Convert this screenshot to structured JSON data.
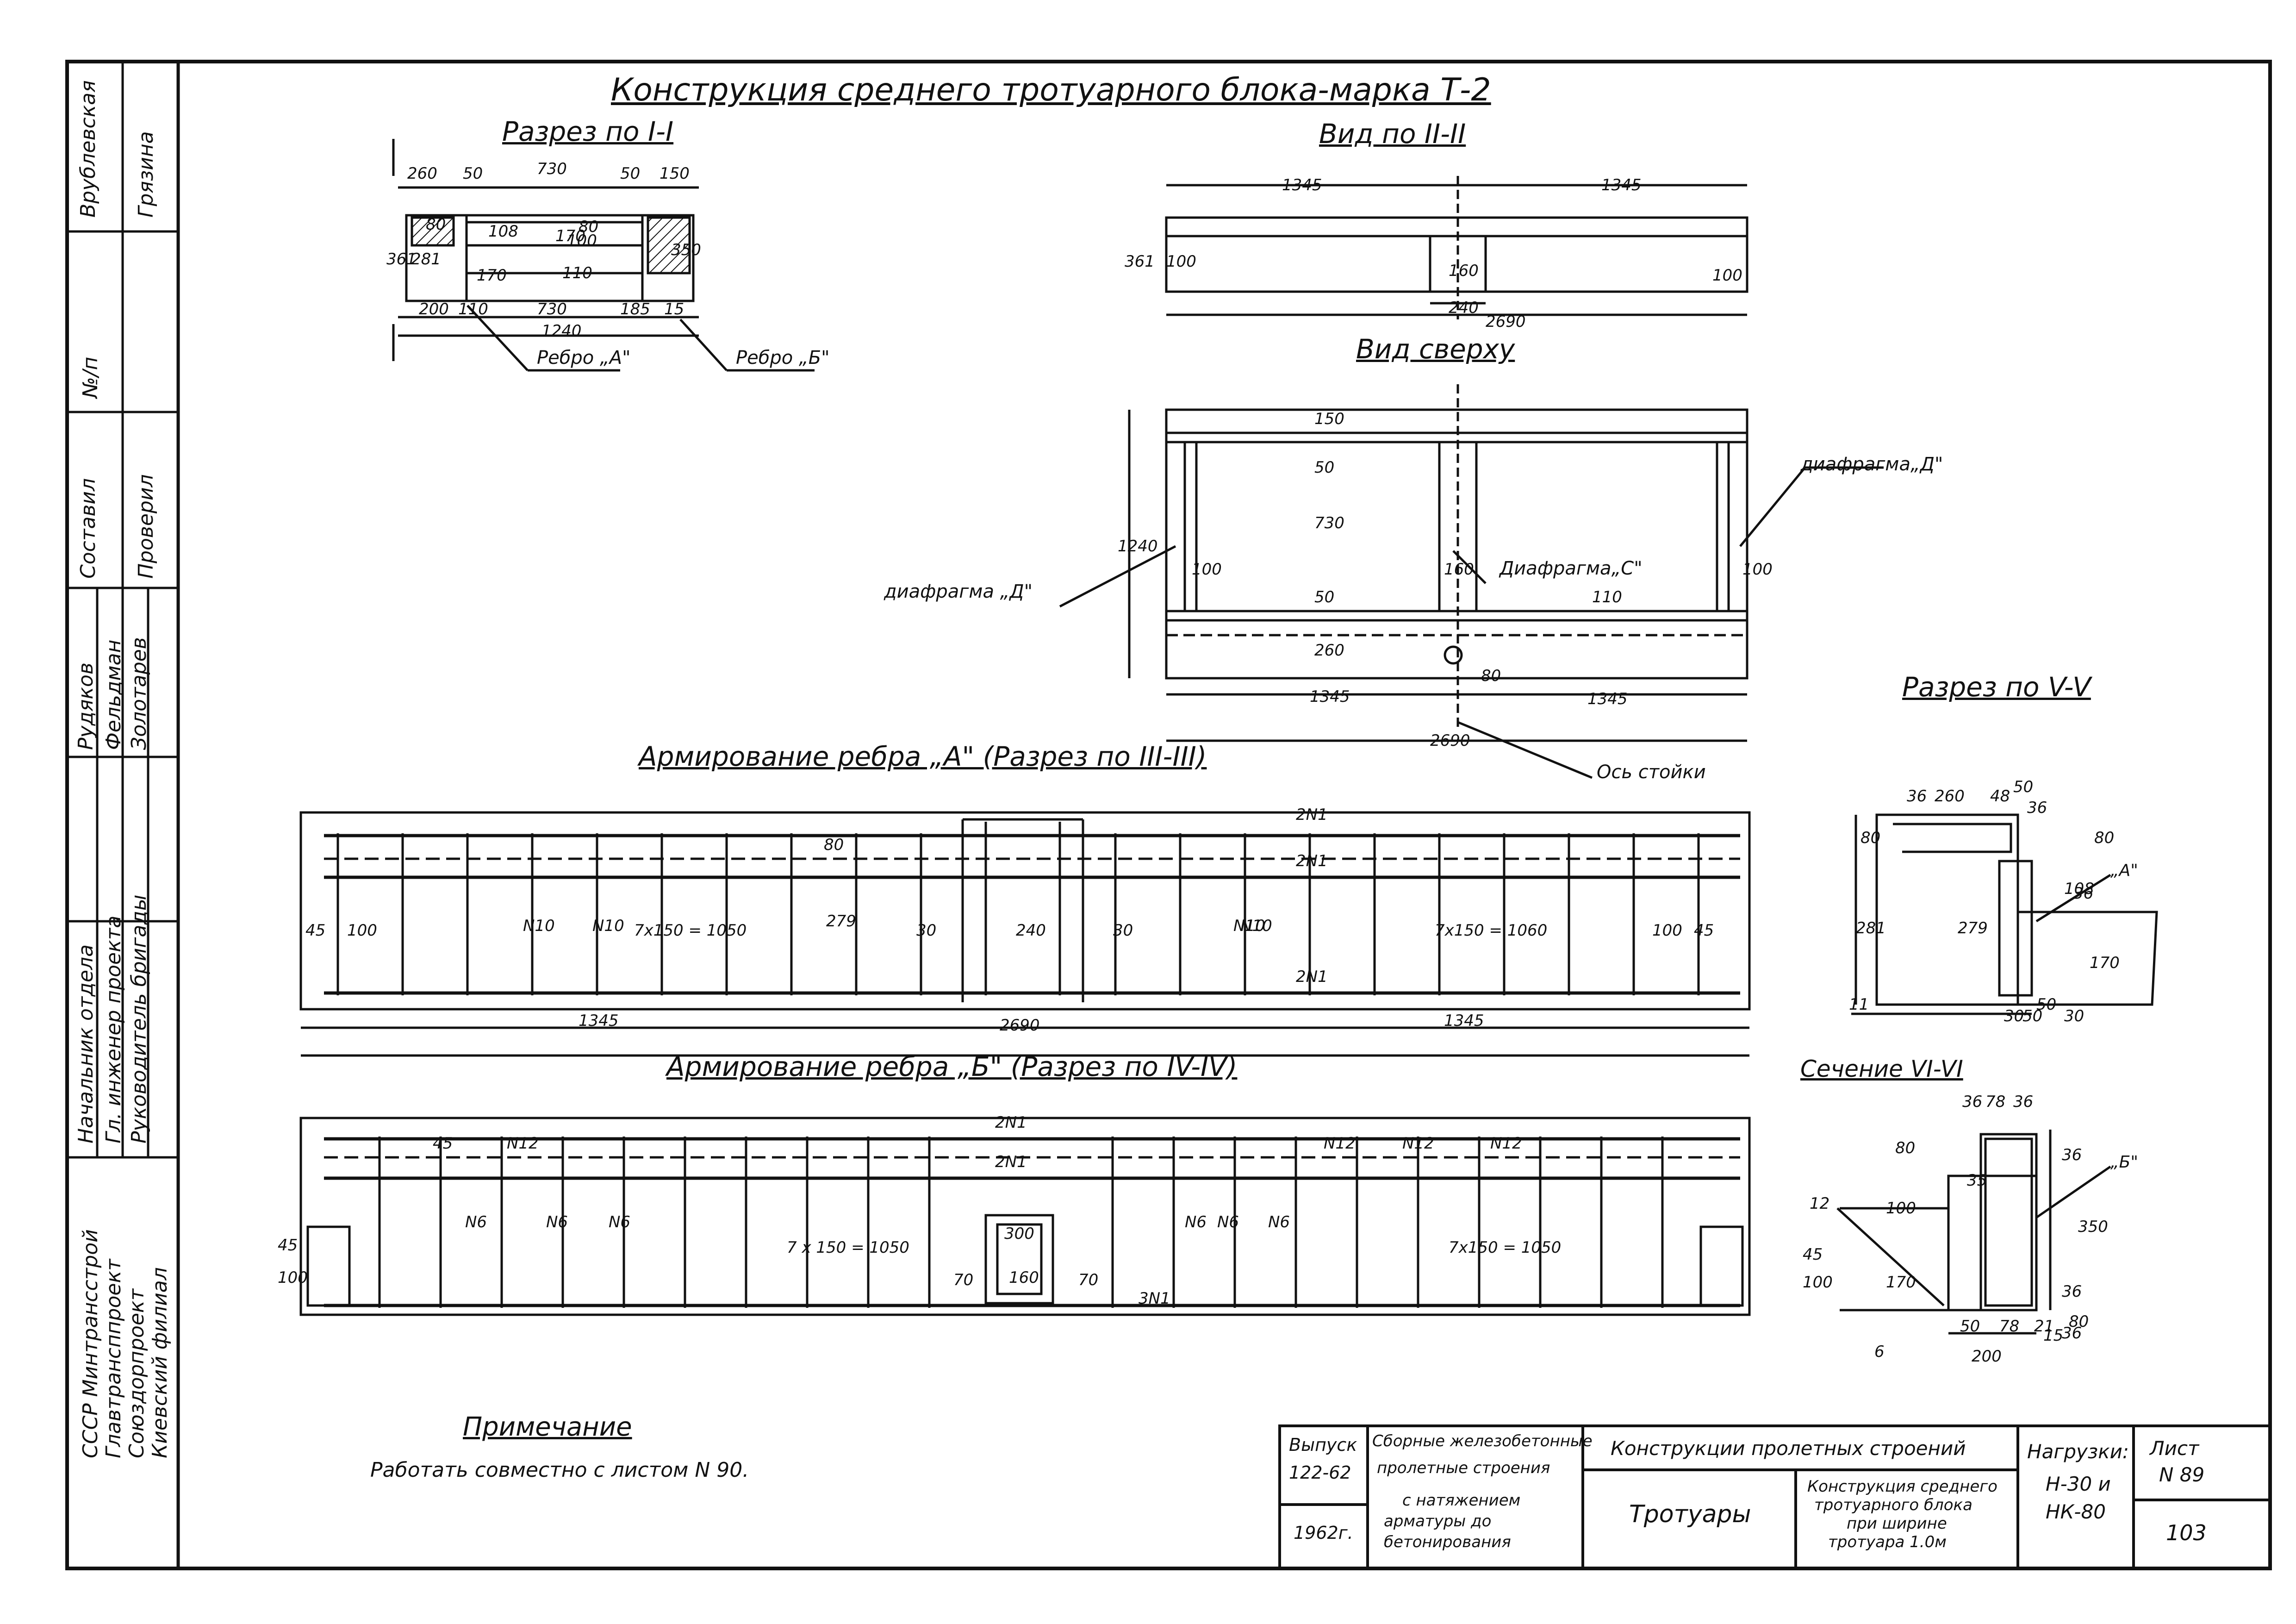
{
  "sheet_title": "Конструкция среднего тротуарного блока-марка Т-2",
  "views": {
    "section_1": "Разрез по I-I",
    "view_2": "Вид по II-II",
    "top_view": "Вид сверху",
    "rib_a": "Армирование ребра „А\" (Разрез по III-III)",
    "section_5": "Разрез по V-V",
    "rib_b": "Армирование ребра „Б\" (Разрез по IV-IV)",
    "section_6": "Сечение VI-VI"
  },
  "callouts": {
    "rib_a_label": "Ребро „А\"",
    "rib_b_label": "Ребро „Б\"",
    "diaphragm_d_right": "диафрагма„Д\"",
    "diaphragm_d_left": "диафрагма „Д\"",
    "diaphragm_c": "Диафрагма„С\"",
    "post_axis": "Ось стойки",
    "axis_short": "Ось стойки",
    "letter_a": "„А\"",
    "letter_b": "„Б\""
  },
  "dims": {
    "s1": [
      "260",
      "50",
      "730",
      "50",
      "150",
      "361",
      "281",
      "80",
      "108",
      "170",
      "110",
      "170",
      "100",
      "80",
      "350",
      "200",
      "110",
      "730",
      "185",
      "15",
      "1240"
    ],
    "v2": [
      "1345",
      "1345",
      "100",
      "160",
      "240",
      "2690",
      "361",
      "100"
    ],
    "top": [
      "150",
      "50",
      "730",
      "50",
      "260",
      "1240",
      "100",
      "160",
      "110",
      "100",
      "80",
      "1345",
      "1345",
      "2690"
    ],
    "ra": [
      "2N1",
      "2N1",
      "2N1",
      "45",
      "100",
      "N10",
      "N10",
      "7x150 = 1050",
      "279",
      "80",
      "30",
      "240",
      "30",
      "N10",
      "N10",
      "7x150 = 1060",
      "100",
      "45",
      "1345",
      "2690",
      "1345"
    ],
    "rb": [
      "2N1",
      "2N1",
      "45",
      "N12",
      "N12",
      "N12",
      "N12",
      "N6",
      "N6",
      "N6",
      "N6",
      "N6",
      "N6",
      "7 x 150 = 1050",
      "300",
      "160",
      "70",
      "70",
      "3N1",
      "7x150 = 1050",
      "45",
      "100",
      "45",
      "100"
    ],
    "s5": [
      "260",
      "36",
      "48",
      "50",
      "36",
      "80",
      "80",
      "108",
      "281",
      "279",
      "36",
      "170",
      "30",
      "50",
      "30",
      "50",
      "11"
    ],
    "s6": [
      "36",
      "78",
      "36",
      "80",
      "35",
      "100",
      "36",
      "170",
      "350",
      "36",
      "80",
      "36",
      "50",
      "78",
      "21",
      "15",
      "200",
      "12",
      "6"
    ]
  },
  "note": {
    "heading": "Примечание",
    "text": "Работать совместно с листом N 90."
  },
  "side_stamp": {
    "org": [
      "СССР Минтрансстрой",
      "Главтрансппроект",
      "Союздорпроект",
      "Киевский филиал"
    ],
    "roles": [
      "Начальник отдела",
      "Гл. инженер проекта",
      "Руководитель бригады"
    ],
    "names": [
      "Рудяков",
      "Фельдман",
      "Золотарев"
    ],
    "made": "Составил",
    "checked": "Проверил",
    "people": [
      "Врублевская",
      "Грязина"
    ],
    "num": "№/п"
  },
  "title_block": {
    "issue_label": "Выпуск",
    "issue": "122-62",
    "year": "1962г.",
    "series": [
      "Сборные железобетонные",
      "пролетные строения",
      "с натяжением",
      "арматуры до",
      "бетонирования"
    ],
    "section": "Конструкции пролетных строений",
    "subsection": "Тротуары",
    "sheet_name": [
      "Конструкция среднего",
      "тротуарного блока",
      "при ширине",
      "тротуара 1.0м"
    ],
    "loads_label": "Нагрузки:",
    "loads": [
      "Н-30 и",
      "НК-80"
    ],
    "sheet_label": "Лист",
    "sheet_no": "N 89",
    "page": "103"
  }
}
